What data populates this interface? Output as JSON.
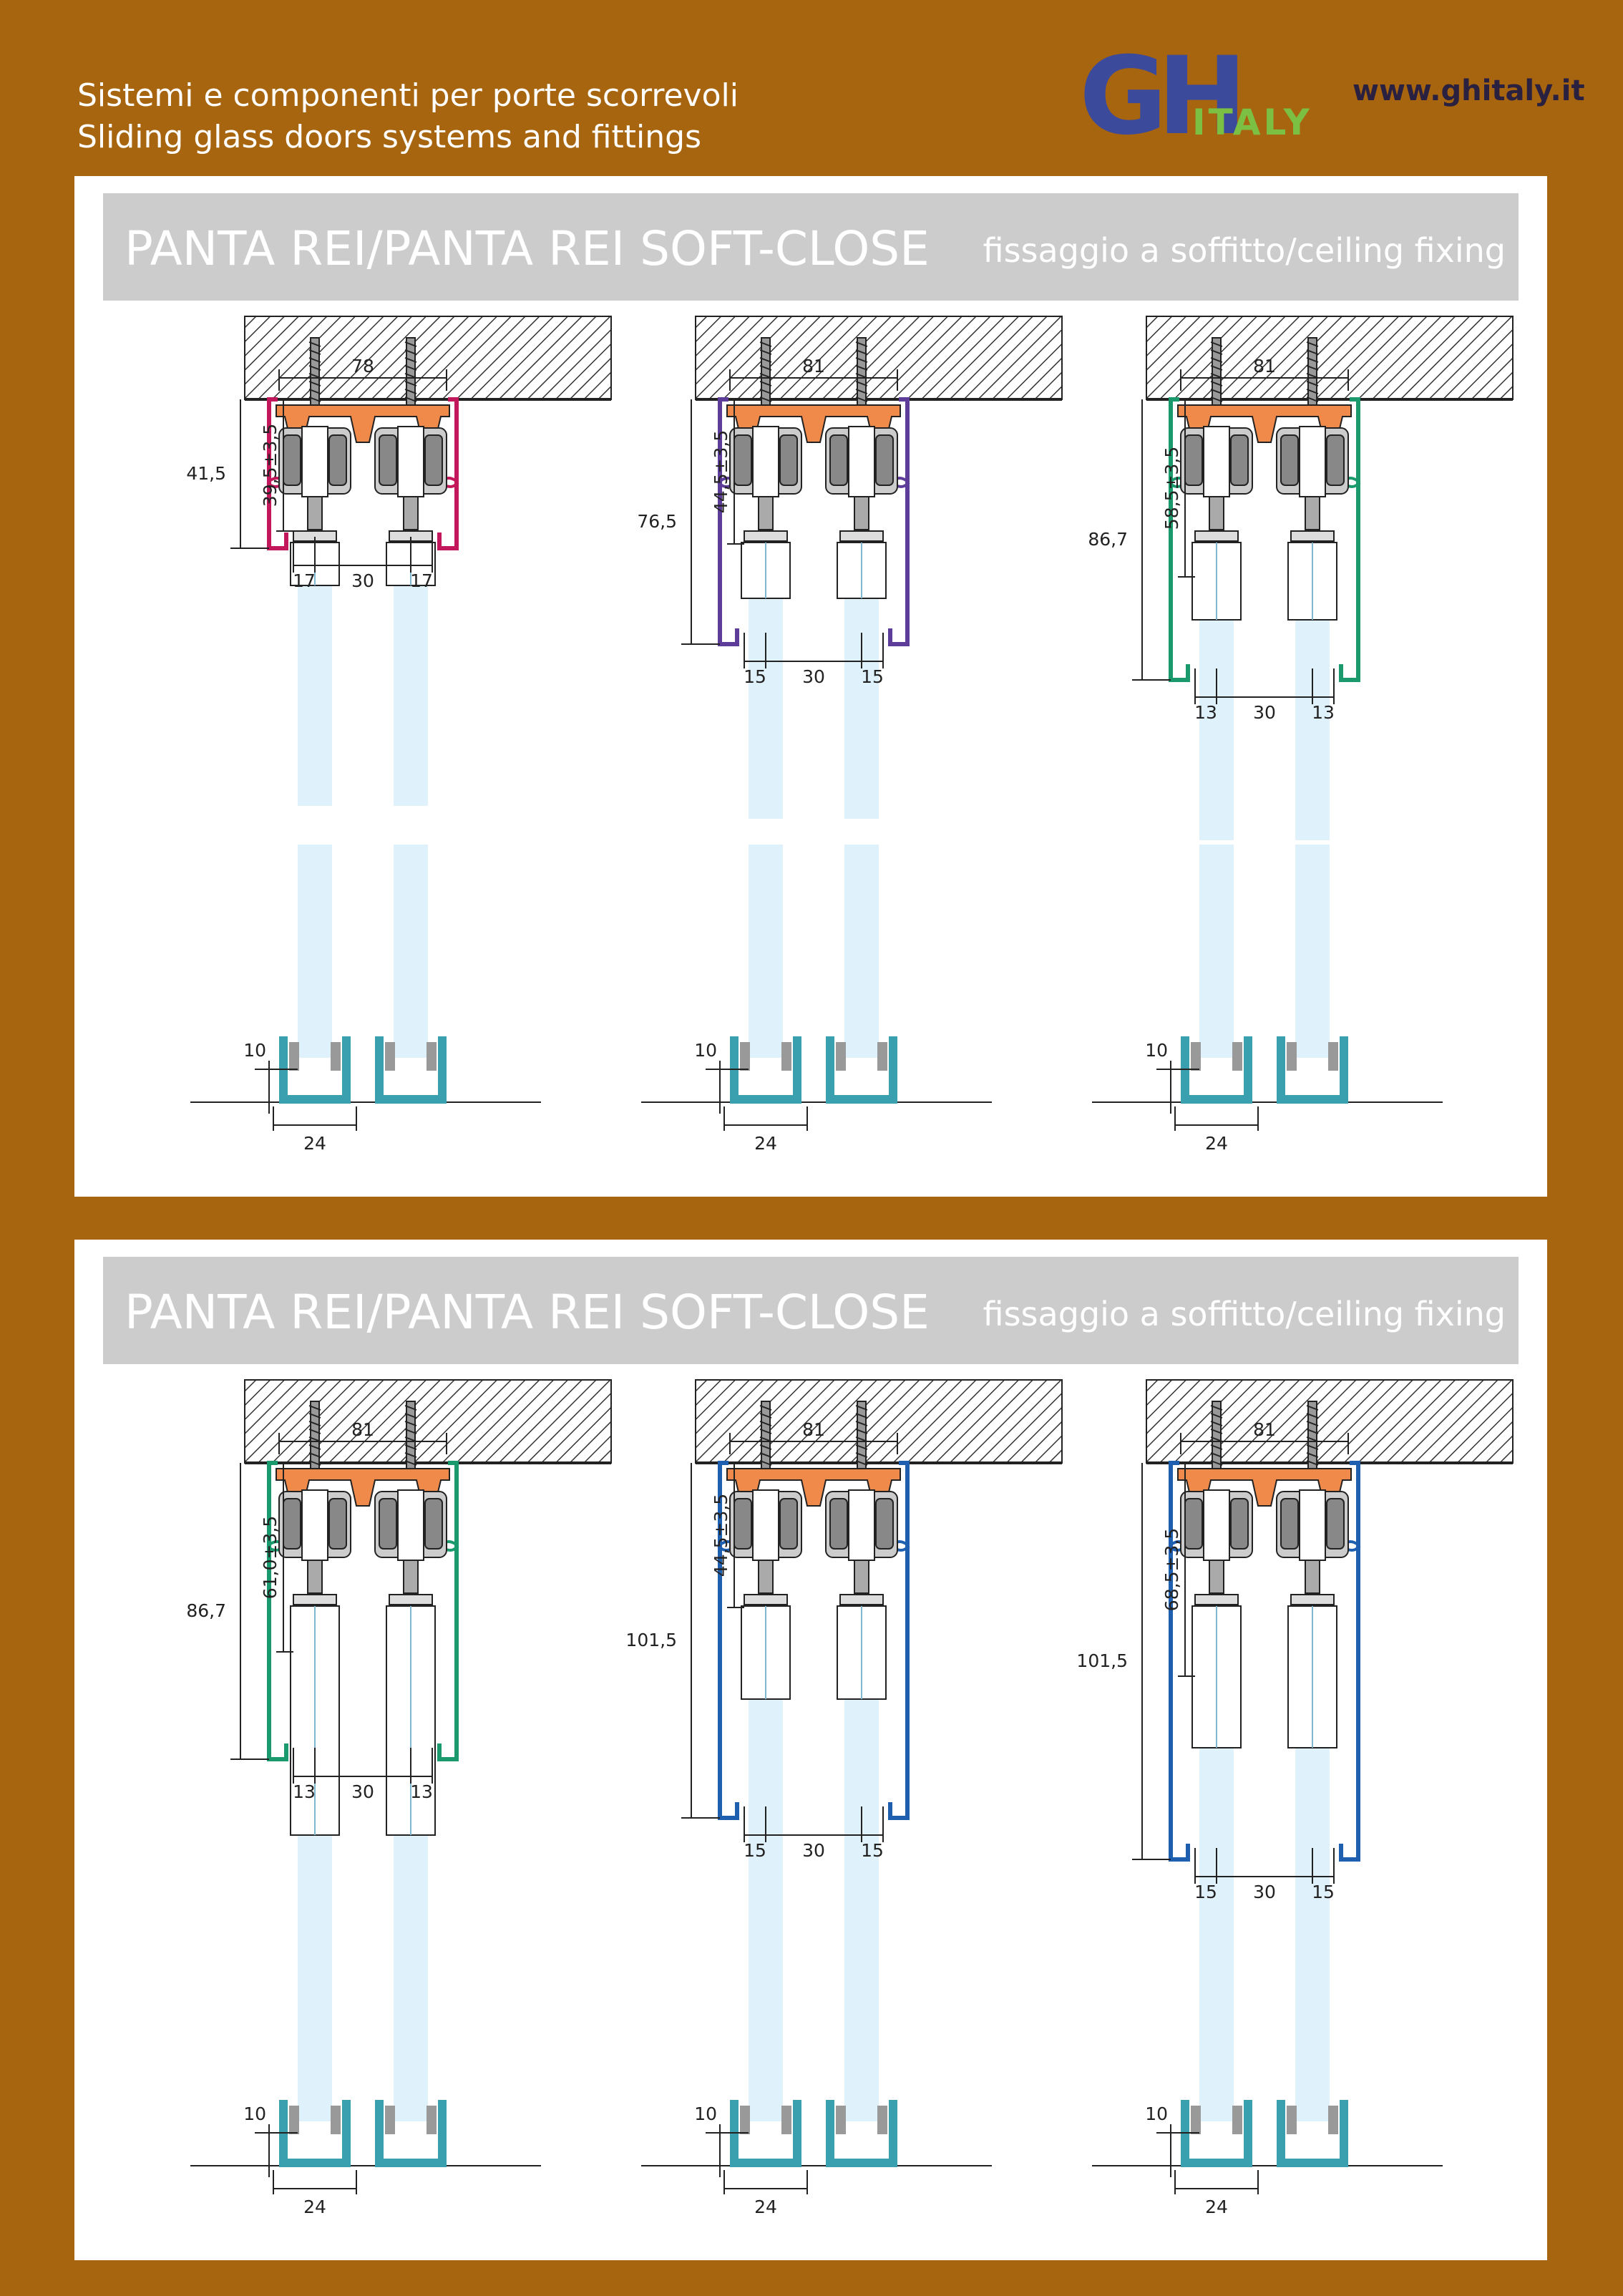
{
  "header": {
    "line1": "Sistemi e componenti per porte scorrevoli",
    "line2": "Sliding glass doors systems and fittings",
    "logo_text_main": "GH",
    "logo_text_sub": "ITALY",
    "website": "www.ghitaly.it"
  },
  "colors": {
    "background": "#a8650f",
    "title_bar": "#cccccc",
    "orange_trolley": "#f08a4b",
    "glass": "#dff2fb",
    "bottom_guide": "#3aa0b0",
    "logo_blue": "#3b4a9a",
    "logo_green": "#7bc043"
  },
  "panels": [
    {
      "title": "PANTA REI/PANTA REI SOFT-CLOSE",
      "subtitle": "fissaggio a soffitto/ceiling fixing",
      "diagrams": [
        {
          "width": "78",
          "height_total": "41,5",
          "height_adj": "39,5±3,5",
          "spacing": [
            "17",
            "30",
            "17"
          ],
          "track_color": "#c2185b",
          "guide_depth": "10",
          "guide_width": "24"
        },
        {
          "width": "81",
          "height_total": "76,5",
          "height_adj": "44,5±3,5",
          "spacing": [
            "15",
            "30",
            "15"
          ],
          "track_color": "#5e3c99",
          "guide_depth": "10",
          "guide_width": "24"
        },
        {
          "width": "81",
          "height_total": "86,7",
          "height_adj": "58,5±3,5",
          "spacing": [
            "13",
            "30",
            "13"
          ],
          "track_color": "#1a9a6c",
          "guide_depth": "10",
          "guide_width": "24"
        }
      ]
    },
    {
      "title": "PANTA REI/PANTA REI SOFT-CLOSE",
      "subtitle": "fissaggio a soffitto/ceiling fixing",
      "diagrams": [
        {
          "width": "81",
          "height_total": "86,7",
          "height_adj": "61,0±3,5",
          "spacing": [
            "13",
            "30",
            "13"
          ],
          "track_color": "#1a9a6c",
          "guide_depth": "10",
          "guide_width": "24"
        },
        {
          "width": "81",
          "height_total": "101,5",
          "height_adj": "44,5±3,5",
          "spacing": [
            "15",
            "30",
            "15"
          ],
          "track_color": "#1f5fb0",
          "guide_depth": "10",
          "guide_width": "24"
        },
        {
          "width": "81",
          "height_total": "101,5",
          "height_adj": "68,5±3,5",
          "spacing": [
            "15",
            "30",
            "15"
          ],
          "track_color": "#1f5fb0",
          "guide_depth": "10",
          "guide_width": "24"
        }
      ]
    }
  ]
}
